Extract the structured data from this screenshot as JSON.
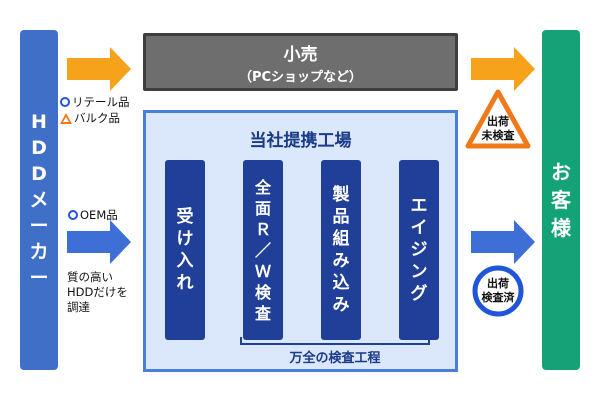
{
  "maker": {
    "label": "HDDメーカー"
  },
  "customer": {
    "label": "お客様"
  },
  "retail": {
    "title": "小売",
    "subtitle": "（PCショップなど）"
  },
  "channels": {
    "retail_item": "リテール品",
    "bulk_item": "バルク品",
    "oem_item": "OEM品",
    "oem_note_lines": [
      "質の高い",
      "HDDだけを",
      "調達"
    ]
  },
  "factory": {
    "title": "当社提携工場",
    "steps": [
      {
        "label": "受け入れ"
      },
      {
        "label": "全面Ｒ／Ｗ検査"
      },
      {
        "label": "製品組み込み"
      },
      {
        "label": "エイジング"
      }
    ],
    "caption": "万全の検査工程"
  },
  "badges": {
    "retail_inspection_lines": [
      "出荷",
      "未検査"
    ],
    "factory_inspection_lines": [
      "出荷",
      "検査済"
    ]
  },
  "colors": {
    "maker_blue": "#3f6fc6",
    "customer_green": "#13a376",
    "step_navy": "#1f3f98",
    "factory_bg": "#dbe7fb",
    "factory_border": "#4a7fd9",
    "retail_gray": "#6e6e6e",
    "arrow_orange": "#f7a21b",
    "arrow_blue": "#3d6fd6",
    "warning_orange": "#f07a1a",
    "check_blue": "#1f55d8"
  }
}
